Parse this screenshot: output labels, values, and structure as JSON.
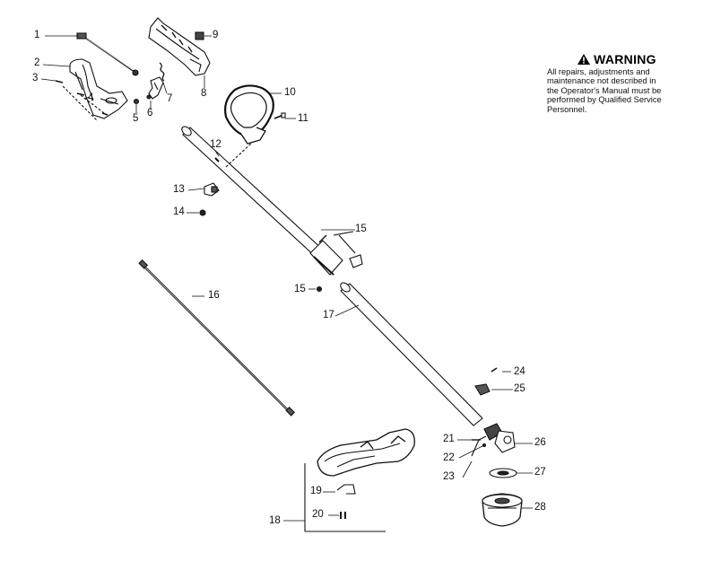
{
  "warning": {
    "title": "WARNING",
    "icon": "warning-triangle-icon",
    "lines": [
      "All repairs, adjustments and",
      "maintenance not described in",
      "the Operator's Manual must be",
      "performed by Qualified Service",
      "Personnel."
    ]
  },
  "callouts": {
    "c1": "1",
    "c2": "2",
    "c3": "3",
    "c4": "4",
    "c5": "5",
    "c6": "6",
    "c7": "7",
    "c8": "8",
    "c9": "9",
    "c10": "10",
    "c11": "11",
    "c12": "12",
    "c13": "13",
    "c14": "14",
    "c15a": "15",
    "c15b": "15",
    "c16": "16",
    "c17": "17",
    "c18": "18",
    "c19": "19",
    "c20": "20",
    "c21": "21",
    "c22": "22",
    "c23": "23",
    "c24": "24",
    "c25": "25",
    "c26": "26",
    "c27": "27",
    "c28": "28"
  },
  "colors": {
    "line": "#111111",
    "part_fill": "#ffffff",
    "shade": "#555555",
    "label_box": "#ececec"
  }
}
